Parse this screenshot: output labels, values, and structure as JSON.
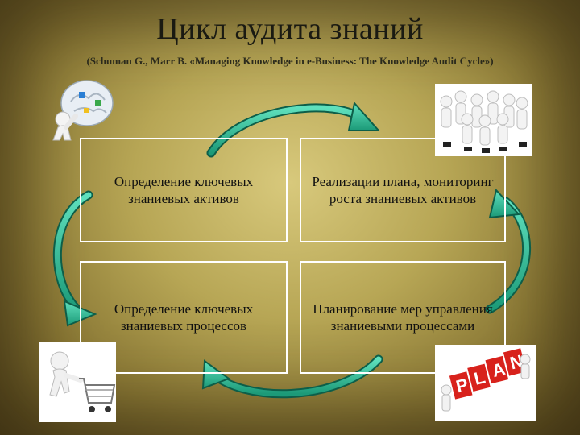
{
  "header": {
    "title": "Цикл аудита знаний",
    "subtitle": "(Schuman G., Marr B. «Managing Knowledge in e-Business: The Knowledge Audit Cycle»)"
  },
  "cycle": {
    "top_left": "Определение ключевых знаниевых активов",
    "top_right": "Реализации плана, мониторинг роста знаниевых активов",
    "bottom_left": "Определение ключевых знаниевых процессов",
    "bottom_right": "Планирование мер управления знаниевыми процессами"
  },
  "plan_image_text": "PLAN",
  "colors": {
    "arrow_fill": "#2db38f",
    "arrow_stroke": "#0d5e49",
    "box_border": "#ffffff"
  },
  "icons": [
    "brain-figure-icon",
    "team-figures-icon",
    "cart-figure-icon",
    "plan-figures-icon"
  ]
}
